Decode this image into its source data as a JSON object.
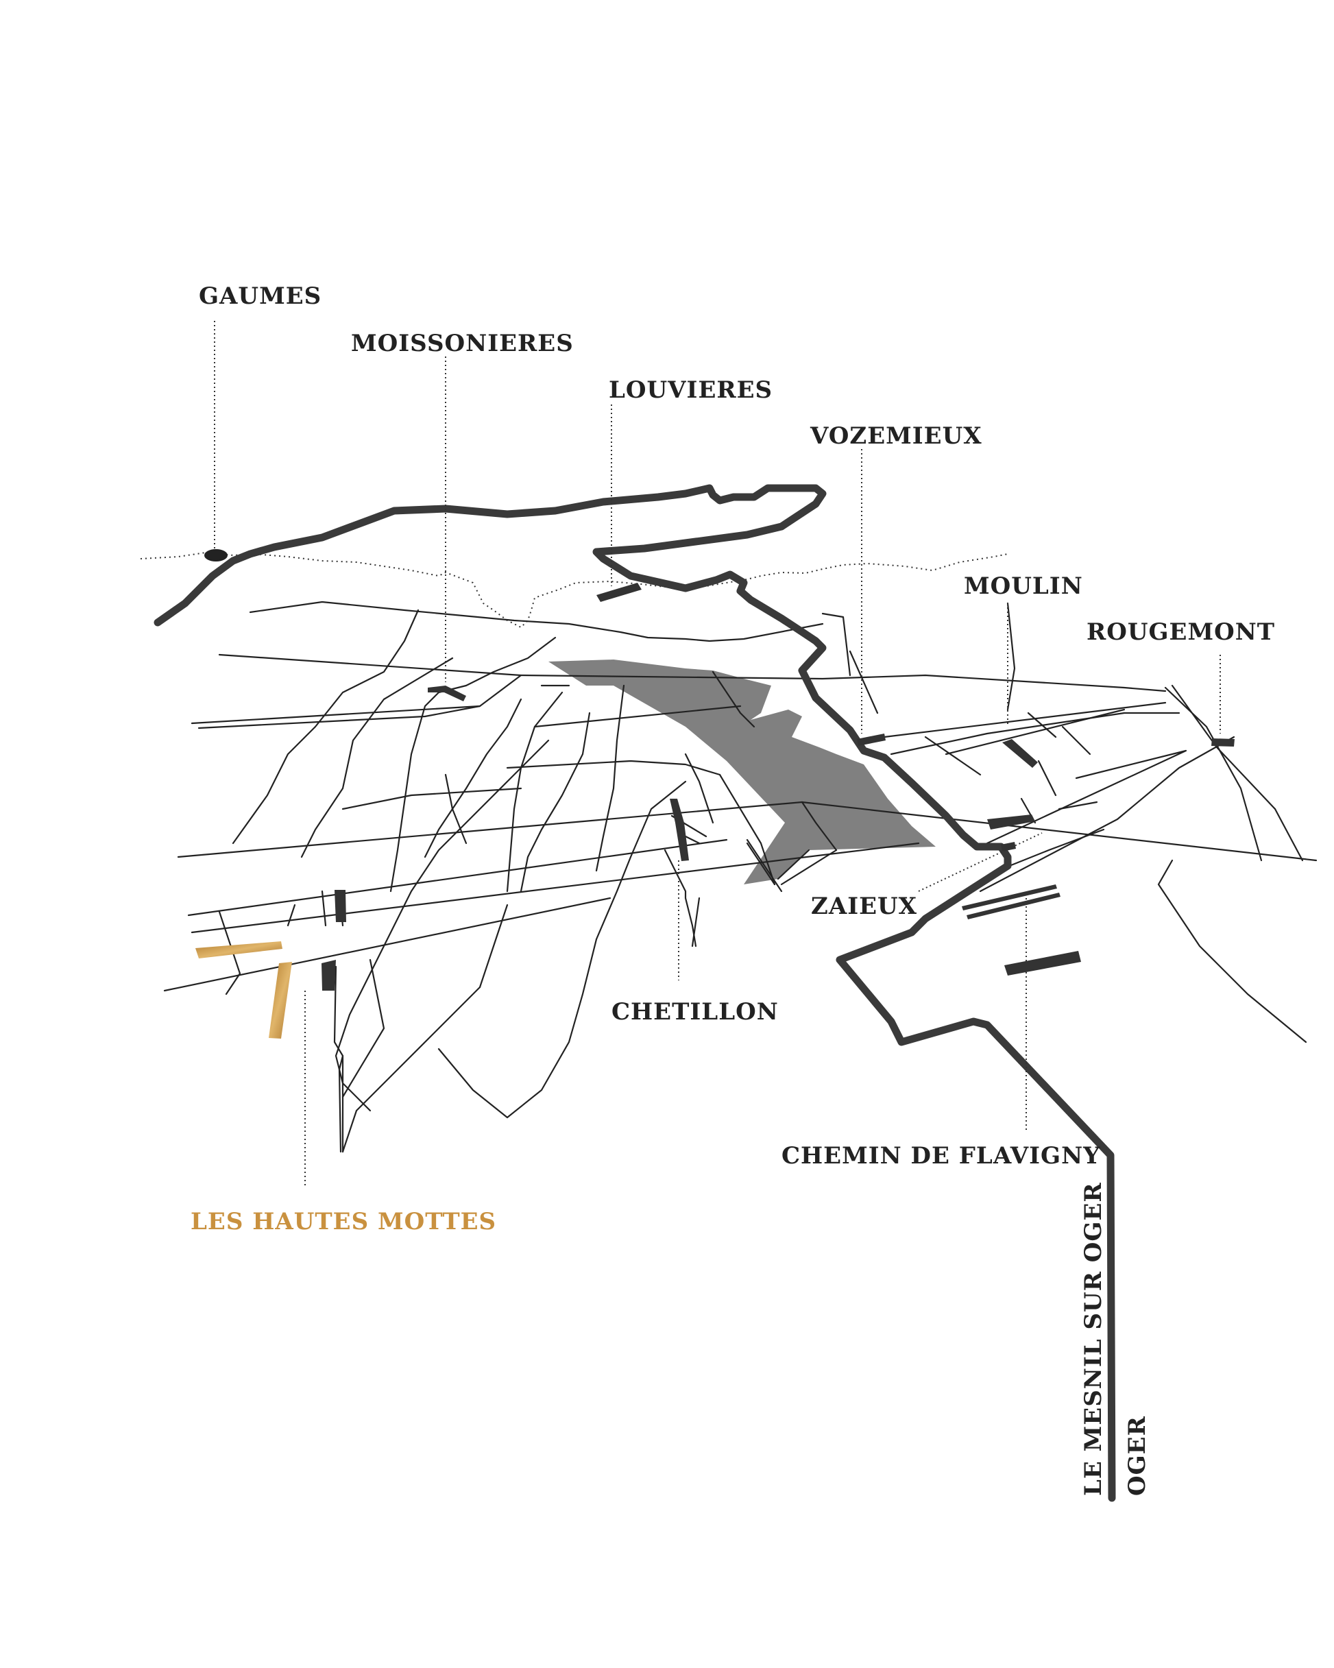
{
  "map": {
    "colors": {
      "road": "#222222",
      "boundary": "#3a3a3a",
      "village": "#808080",
      "plot": "#333333",
      "highlight": "#c9913f"
    },
    "labels": {
      "gaumes": "GAUMES",
      "moissonieres": "MOISSONIERES",
      "louvieres": "LOUVIERES",
      "vozemieux": "VOZEMIEUX",
      "moulin": "MOULIN",
      "rougemont": "ROUGEMONT",
      "zaieux": "ZAIEUX",
      "chetillon": "CHETILLON",
      "chemin_de_flavigny": "CHEMIN DE FLAVIGNY",
      "les_hautes_mottes": "LES HAUTES MOTTES",
      "le_mesnil_sur_oger": "LE MESNIL SUR OGER",
      "oger": "OGER"
    }
  }
}
